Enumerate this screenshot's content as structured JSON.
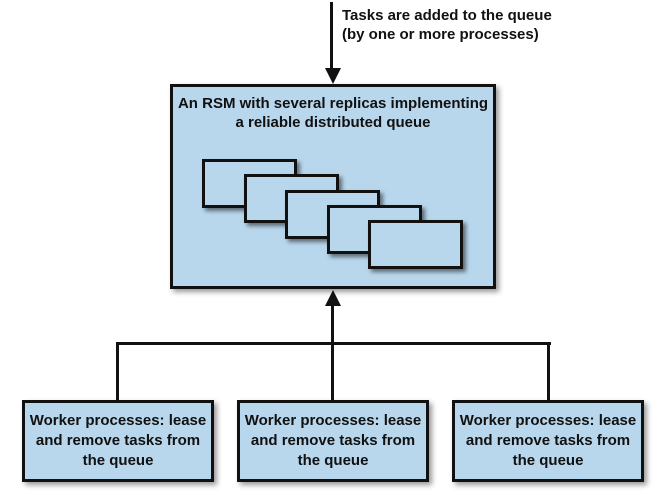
{
  "colors": {
    "box_fill": "#b9d7ec",
    "line": "#111111",
    "background": "#ffffff"
  },
  "top_label": {
    "text": "Tasks are added to the queue\n(by one or more processes)"
  },
  "rsm_box": {
    "title": "An RSM with several replicas implementing\na reliable distributed queue",
    "replica_count": 5
  },
  "workers": [
    {
      "text": "Worker processes: lease\nand remove tasks from\nthe queue"
    },
    {
      "text": "Worker processes: lease\nand remove tasks from\nthe queue"
    },
    {
      "text": "Worker processes: lease\nand remove tasks from\nthe queue"
    }
  ]
}
